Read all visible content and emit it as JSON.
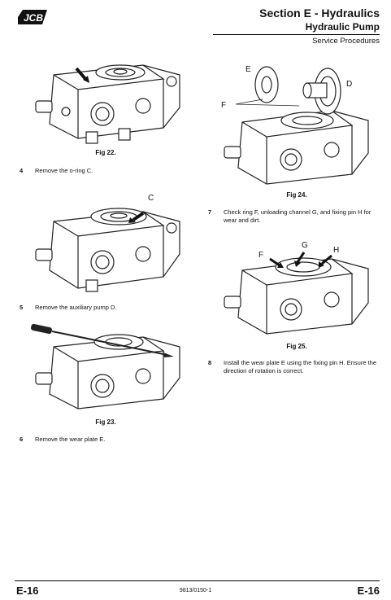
{
  "header": {
    "section_title": "Section E - Hydraulics",
    "subtitle": "Hydraulic Pump",
    "service": "Service Procedures",
    "logo_text": "JCB"
  },
  "figures": {
    "fig22": {
      "caption": "Fig 22."
    },
    "fig23": {
      "caption": "Fig 23."
    },
    "fig24": {
      "caption": "Fig 24.",
      "labels": {
        "e": "E",
        "d": "D",
        "f": "F"
      }
    },
    "fig25": {
      "caption": "Fig 25.",
      "labels": {
        "f": "F",
        "g": "G",
        "h": "H"
      }
    },
    "figc": {
      "labels": {
        "c": "C"
      }
    }
  },
  "steps": [
    {
      "num": "4",
      "text": "Remove the o-ring C."
    },
    {
      "num": "5",
      "text": "Remove the auxiliary pump D."
    },
    {
      "num": "6",
      "text": "Remove the wear plate E."
    },
    {
      "num": "7",
      "text": "Check ring F, unloading channel G, and fixing pin H for wear and dirt."
    },
    {
      "num": "8",
      "text": "Install the wear plate E using the fixing pin H. Ensure the direction of rotation is correct."
    }
  ],
  "footer": {
    "page_left": "E-16",
    "page_right": "E-16",
    "doc_code": "9813/0150-1"
  }
}
